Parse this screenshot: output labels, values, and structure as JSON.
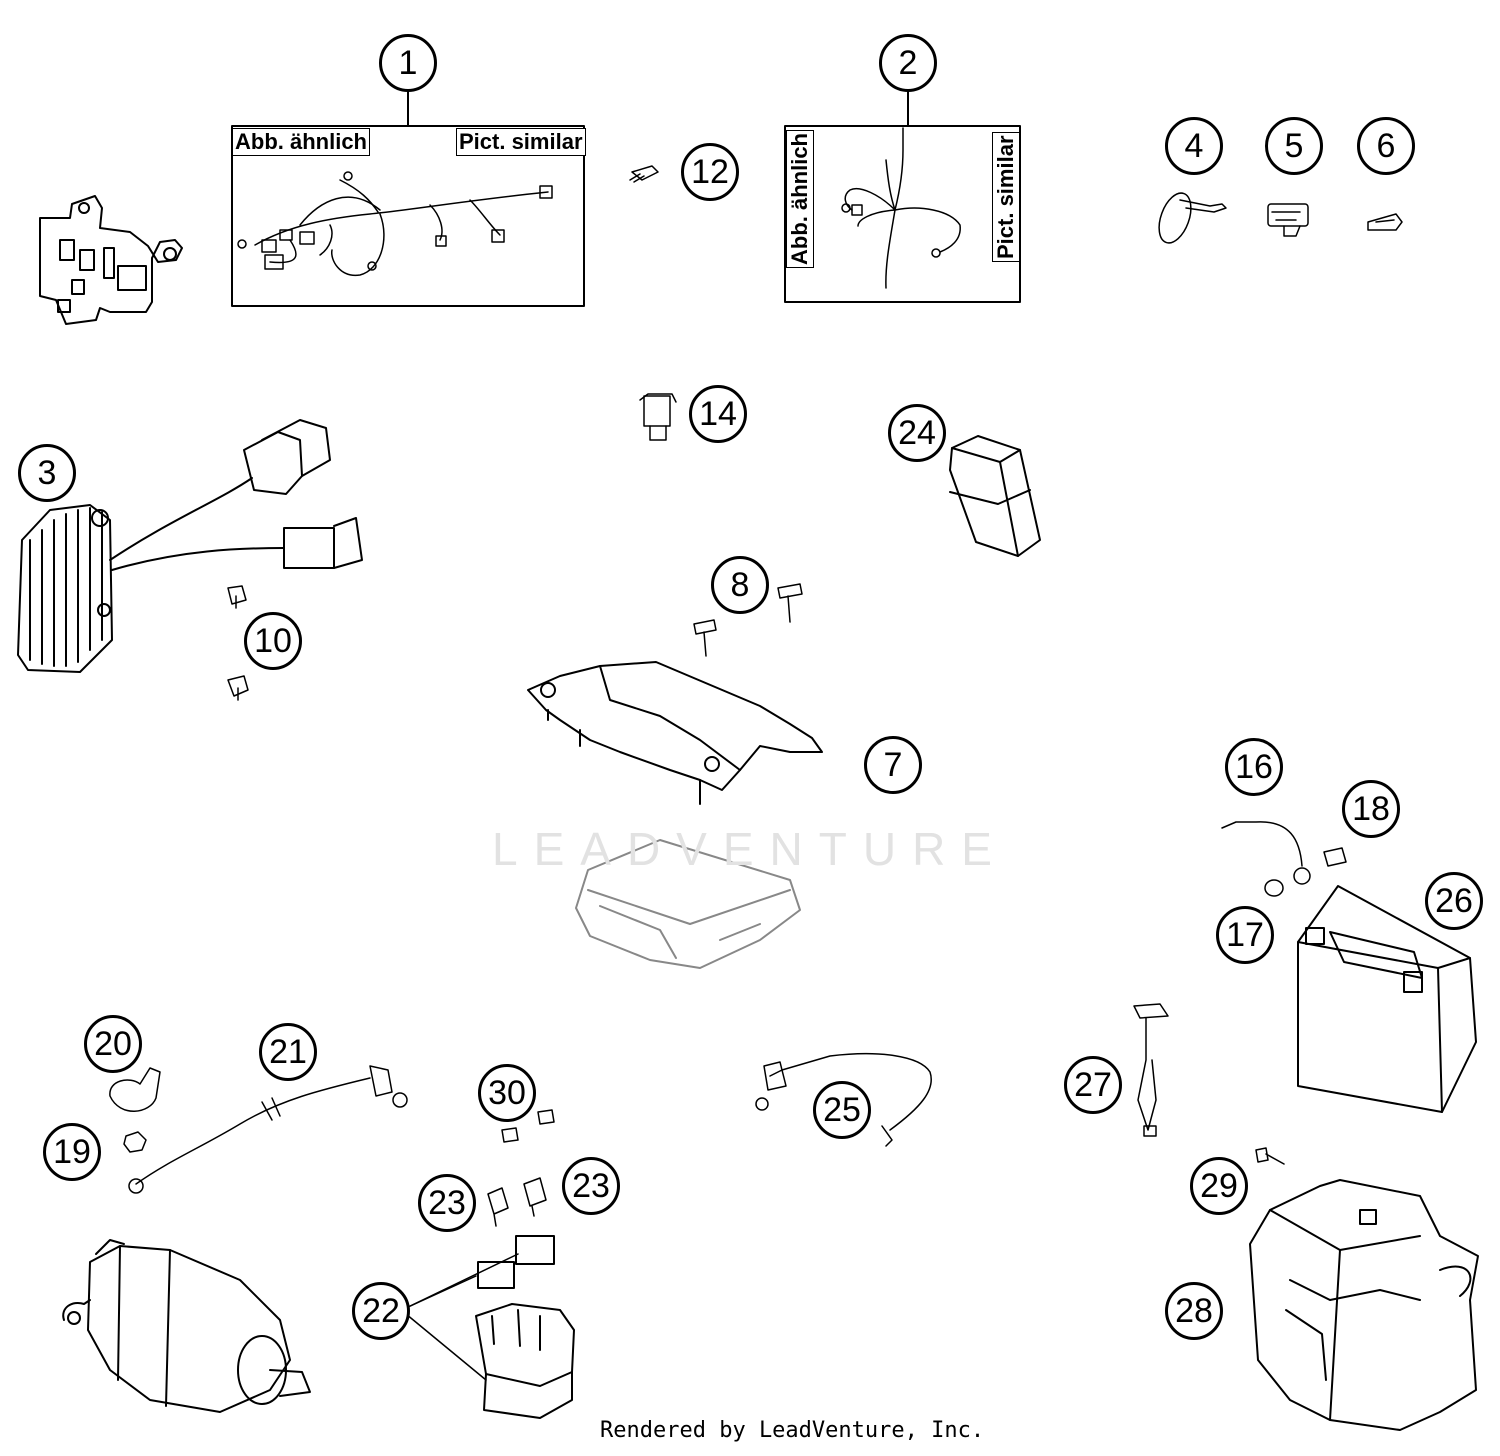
{
  "diagram": {
    "callouts": [
      {
        "id": "c1",
        "label": "1"
      },
      {
        "id": "c2",
        "label": "2"
      },
      {
        "id": "c3",
        "label": "3"
      },
      {
        "id": "c4",
        "label": "4"
      },
      {
        "id": "c5",
        "label": "5"
      },
      {
        "id": "c6",
        "label": "6"
      },
      {
        "id": "c7",
        "label": "7"
      },
      {
        "id": "c8",
        "label": "8"
      },
      {
        "id": "c10",
        "label": "10"
      },
      {
        "id": "c12",
        "label": "12"
      },
      {
        "id": "c14",
        "label": "14"
      },
      {
        "id": "c16",
        "label": "16"
      },
      {
        "id": "c17",
        "label": "17"
      },
      {
        "id": "c18",
        "label": "18"
      },
      {
        "id": "c19",
        "label": "19"
      },
      {
        "id": "c20",
        "label": "20"
      },
      {
        "id": "c21",
        "label": "21"
      },
      {
        "id": "c22",
        "label": "22"
      },
      {
        "id": "c23a",
        "label": "23"
      },
      {
        "id": "c23b",
        "label": "23"
      },
      {
        "id": "c24",
        "label": "24"
      },
      {
        "id": "c25",
        "label": "25"
      },
      {
        "id": "c26",
        "label": "26"
      },
      {
        "id": "c27",
        "label": "27"
      },
      {
        "id": "c28",
        "label": "28"
      },
      {
        "id": "c29",
        "label": "29"
      },
      {
        "id": "c30",
        "label": "30"
      }
    ],
    "box1": {
      "left_label": "Abb. ähnlich",
      "right_label": "Pict. similar"
    },
    "box2": {
      "left_label": "Abb. ähnlich",
      "right_label": "Pict. similar"
    },
    "watermark": "LEADVENTURE",
    "footer": "Rendered by LeadVenture, Inc."
  }
}
